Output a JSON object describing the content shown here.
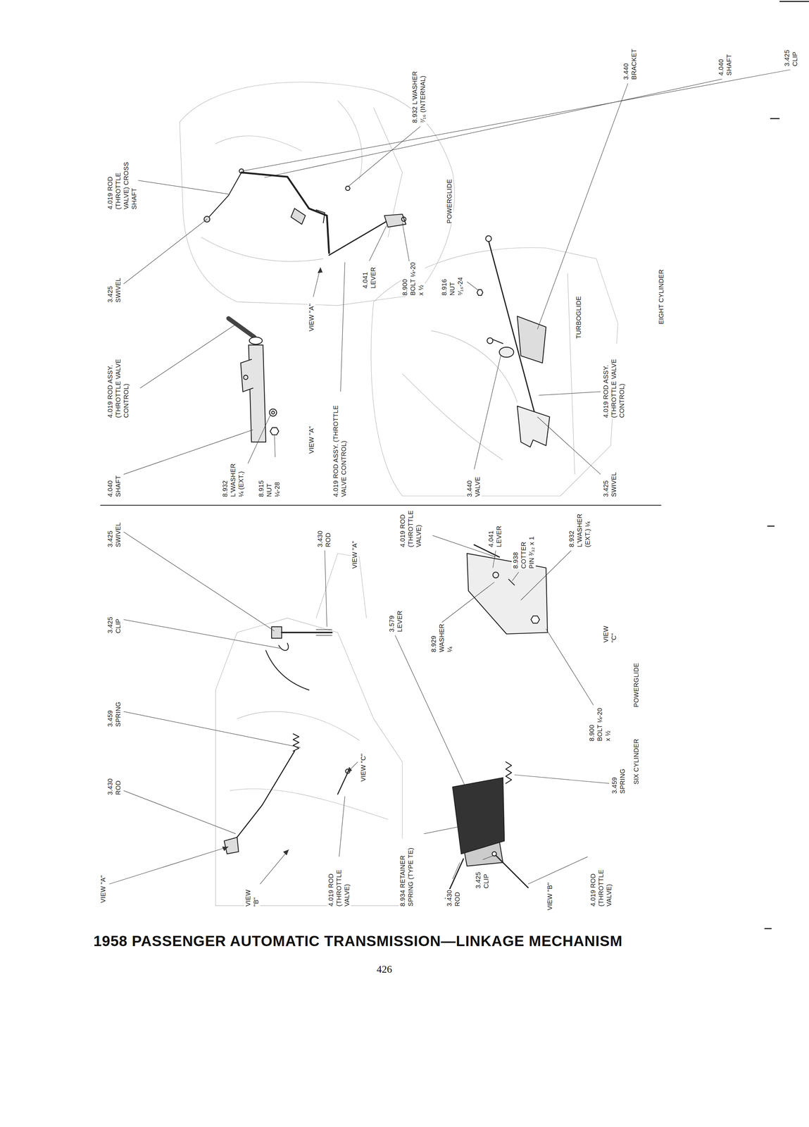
{
  "diagram": {
    "title": "1958 PASSENGER AUTOMATIC TRANSMISSION—LINKAGE MECHANISM",
    "labels": [
      "3.425 CLIP",
      "4.040 SHAFT",
      "8.932 L'WASHER ⁷⁄₁₆ (INTERNAL)",
      "3.440 BRACKET",
      "4.019 ROD (THROTTLE VALVE) CROSS SHAFT",
      "3.425 SWIVEL",
      "4.019 ROD ASSY. (THROTTLE VALVE CONTROL)",
      "4.040 SHAFT",
      "8.932 L'WASHER ¼ (EXT.)",
      "8.915 NUT ¼-28",
      "VIEW \"A\"",
      "4.019 ROD ASSY. (THROTTLE VALVE CONTROL)",
      "VIEW \"A\"",
      "4.041 LEVER",
      "8.900 BOLT ¼-20 x ½",
      "8.916 NUT ⁵⁄₁₆-24",
      "POWERGLIDE",
      "3.440 VALVE",
      "4.019 ROD ASSY. (THROTTLE VALVE CONTROL)",
      "3.425 SWIVEL",
      "TURBOGLIDE",
      "EIGHT CYLINDER",
      "3.425 SWIVEL",
      "3.430 ROD",
      "VIEW \"A\"",
      "3.425 CLIP",
      "3.459 SPRING",
      "3.430 ROD",
      "VIEW \"A\"",
      "VIEW \"B\"",
      "4.019 ROD (THROTTLE VALVE)",
      "VIEW \"C\"",
      "3.579 LEVER",
      "8.929 WASHER ¼",
      "4.019 ROD (THROTTLE VALVE)",
      "4.041 LEVER",
      "8.938 COTTER PIN ³⁄₃₂ x 1",
      "8.932 L'WASHER (EXT.) ¼",
      "VIEW \"C\"",
      "8.900 BOLT ¼-20 x ½",
      "POWERGLIDE",
      "SIX CYLINDER",
      "3.459 SPRING",
      "8.934 RETAINER SPRING (TYPE TE)",
      "3.430 ROD",
      "3.425 CLIP",
      "VIEW \"B\"",
      "4.019 ROD (THROTTLE VALVE)",
      "426"
    ]
  }
}
